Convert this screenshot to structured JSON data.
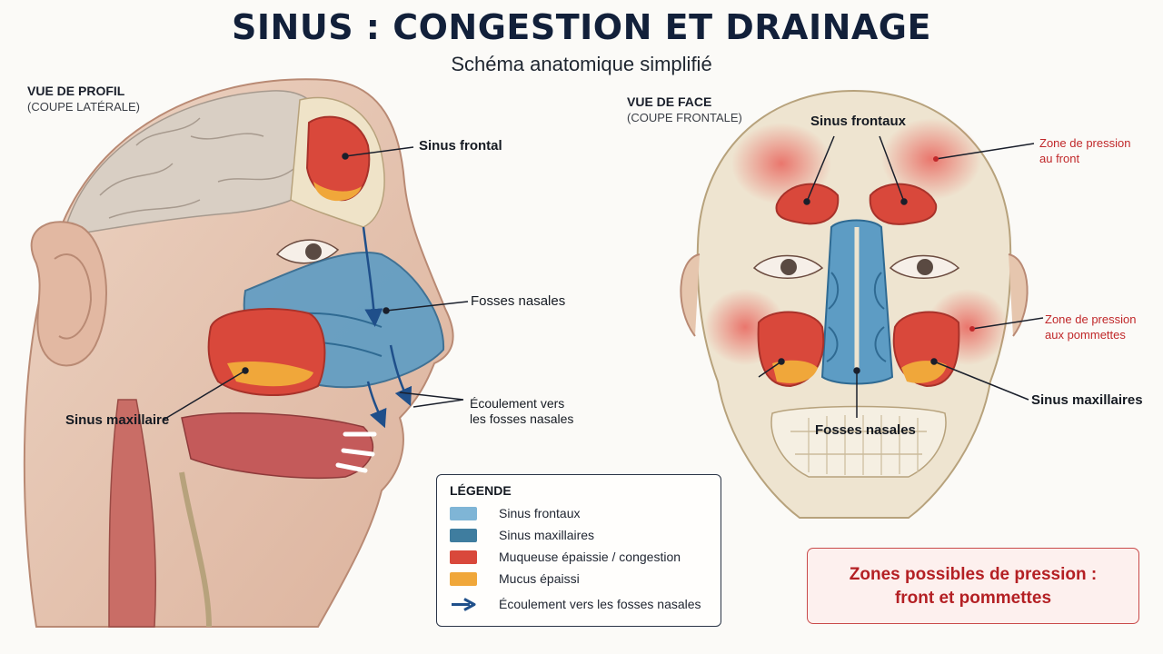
{
  "header": {
    "title": "SINUS : CONGESTION ET DRAINAGE",
    "subtitle": "Schéma anatomique simplifié"
  },
  "profile_view": {
    "title": "VUE DE PROFIL",
    "subtitle": "(COUPE LATÉRALE)",
    "labels": {
      "frontal": "Sinus frontal",
      "nasal": "Fosses nasales",
      "drain_l1": "Écoulement vers",
      "drain_l2": "les fosses nasales",
      "maxillary": "Sinus maxillaire"
    }
  },
  "front_view": {
    "title": "VUE DE FACE",
    "subtitle": "(COUPE FRONTALE)",
    "labels": {
      "frontal": "Sinus frontaux",
      "pressure_forehead_l1": "Zone de pression",
      "pressure_forehead_l2": "au front",
      "pressure_cheeks_l1": "Zone de pression",
      "pressure_cheeks_l2": "aux pommettes",
      "maxillary": "Sinus maxillaires",
      "nasal": "Fosses nasales"
    }
  },
  "legend": {
    "title": "LÉGENDE",
    "items": [
      {
        "label": "Sinus frontaux",
        "color": "#7fb5d6"
      },
      {
        "label": "Sinus maxillaires",
        "color": "#3f7d9f"
      },
      {
        "label": "Muqueuse épaissie / congestion",
        "color": "#d9483b"
      },
      {
        "label": "Mucus épaissi",
        "color": "#f0a73a"
      },
      {
        "label": "Écoulement vers les fosses nasales",
        "color": "#1f4f8a"
      }
    ]
  },
  "pressure_box": {
    "line1": "Zones possibles de pression :",
    "line2": "front et pommettes"
  },
  "colors": {
    "skin": "#e8c9b5",
    "bone": "#efe3c8",
    "sinus_blue": "#5d9cc4",
    "congestion_red": "#d9483b",
    "mucus_orange": "#f0a73a",
    "pressure_red": "#e05a55",
    "flow_arrow": "#1f4f8a",
    "title_navy": "#12203a"
  }
}
